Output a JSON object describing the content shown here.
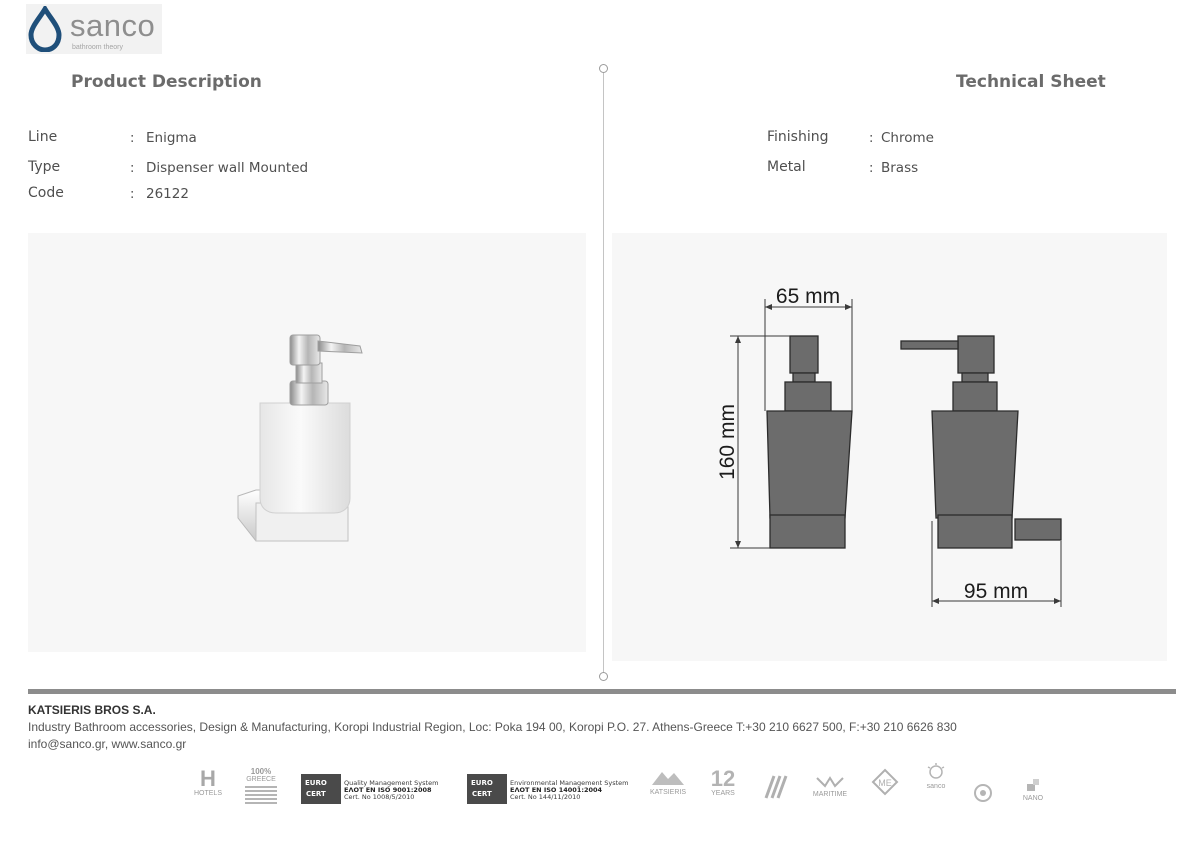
{
  "brand": {
    "name": "sanco",
    "tagline": "bathroom theory"
  },
  "description": {
    "title": "Product Description",
    "rows": [
      {
        "label": "Line",
        "value": "Enigma"
      },
      {
        "label": "Type",
        "value": "Dispenser wall Mounted"
      },
      {
        "label": "Code",
        "value": "26122"
      }
    ]
  },
  "technical": {
    "title": "Technical Sheet",
    "rows": [
      {
        "label": "Finishing",
        "value": "Chrome"
      },
      {
        "label": "Metal",
        "value": "Brass"
      }
    ],
    "dimensions": {
      "width": "65 mm",
      "height": "160 mm",
      "depth": "95 mm"
    }
  },
  "separator": ":",
  "footer": {
    "company": "KATSIERIS BROS S.A.",
    "address": "Industry Bathroom accessories, Design & Manufacturing, Koropi Industrial Region, Loc: Poka 194 00, Koropi P.O. 27. Athens-Greece   T:+30 210 6627 500, F:+30 210 6626 830",
    "contact": "info@sanco.gr, www.sanco.gr"
  },
  "certifications": {
    "hotels": "HOTELS",
    "greece_pct": "100%",
    "greece": "GREECE",
    "euro": "EURO",
    "cert": "CERT",
    "qms_title": "Quality Management System",
    "qms_standard": "EΛOT EN ISO 9001:2008",
    "qms_no": "Cert. No 1008/5/2010",
    "ems_title": "Environmental Management System",
    "ems_standard": "EΛOT EN ISO 14001:2004",
    "ems_no": "Cert. No 144/11/2010",
    "katsieris": "KATSIERIS",
    "years": "12",
    "years_label": "YEARS",
    "maritime": "MARITIME",
    "me": "ME",
    "sanco": "sanco",
    "nano": "NANO"
  },
  "colors": {
    "drop_blue": "#1f4f7a",
    "drawing": "#6c6c6c",
    "panel": "#f7f7f7",
    "rule": "#8c8c8c"
  }
}
